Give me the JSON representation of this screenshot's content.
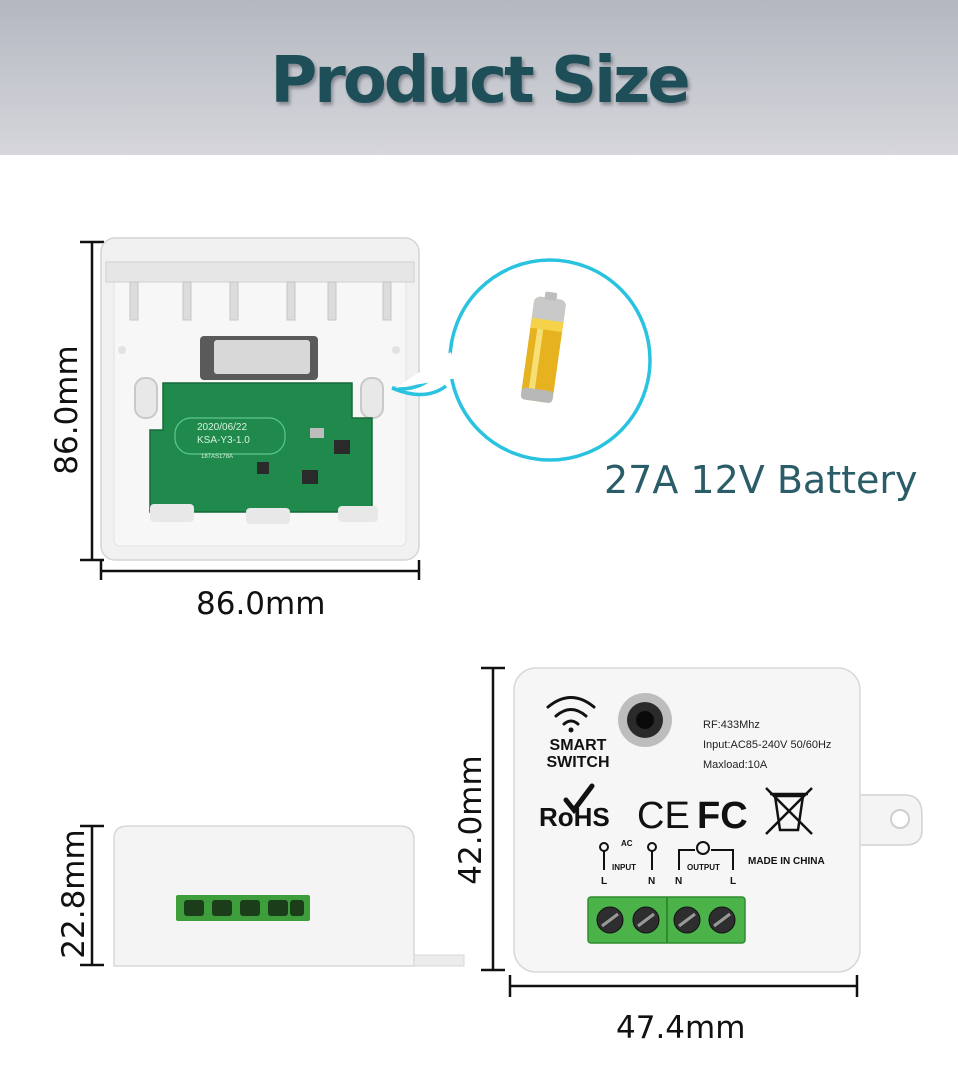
{
  "header": {
    "title": "Product Size"
  },
  "remote": {
    "width_label": "86.0mm",
    "height_label": "86.0mm",
    "pcb_date": "2020/06/22",
    "pcb_model": "KSA-Y3-1.0",
    "pcb_code": "187AS178A",
    "battery_label": "27A 12V Battery"
  },
  "switch_side": {
    "height_label": "22.8mm"
  },
  "switch_front": {
    "height_label": "42.0mm",
    "width_label": "47.4mm",
    "brand_line1": "SMART",
    "brand_line2": "SWITCH",
    "rf": "RF:433Mhz",
    "input": "Input:AC85-240V 50/60Hz",
    "maxload": "Maxload:10A",
    "rohs": "RoHS",
    "ce": "CE",
    "fc": "FC",
    "ac": "AC",
    "input_label": "INPUT",
    "output_label": "OUTPUT",
    "made_in": "MADE IN CHINA",
    "term_l1": "L",
    "term_n1": "N",
    "term_n2": "N",
    "term_l2": "L"
  },
  "colors": {
    "title": "#1e4f58",
    "battery_text": "#2b5d68",
    "bubble": "#29c3e0",
    "pcb": "#1f8a4c",
    "terminal": "#4cb24a"
  }
}
